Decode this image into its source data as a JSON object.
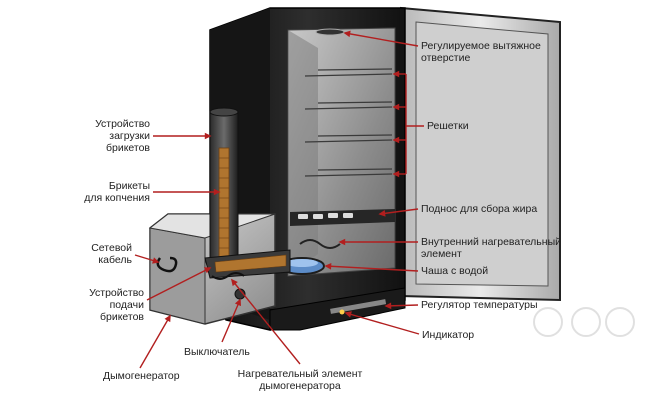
{
  "colors": {
    "leader": "#b21f1f",
    "cabinet_dark": "#1c1c1c",
    "interior": "#9a9a9a",
    "label": "#222222"
  },
  "labels": {
    "vent": [
      "Регулируемое вытяжное",
      "отверстие"
    ],
    "grates": [
      "Решетки"
    ],
    "fat_tray": [
      "Поднос для сбора жира"
    ],
    "inner_heater": [
      "Внутренний нагревательный",
      "элемент"
    ],
    "water_bowl": [
      "Чаша с водой"
    ],
    "temp_regulator": [
      "Регулятор температуры"
    ],
    "indicator": [
      "Индикатор"
    ],
    "briquette_loader": [
      "Устройство",
      "загрузки",
      "брикетов"
    ],
    "smoking_briquettes": [
      "Брикеты",
      "для копчения"
    ],
    "power_cable": [
      "Сетевой",
      "кабель"
    ],
    "briquette_feeder": [
      "Устройство",
      "подачи",
      "брикетов"
    ],
    "smoke_generator": [
      "Дымогенератор"
    ],
    "switch": [
      "Выключатель"
    ],
    "smoke_heater": [
      "Нагревательный элемент",
      "дымогенератора"
    ]
  }
}
